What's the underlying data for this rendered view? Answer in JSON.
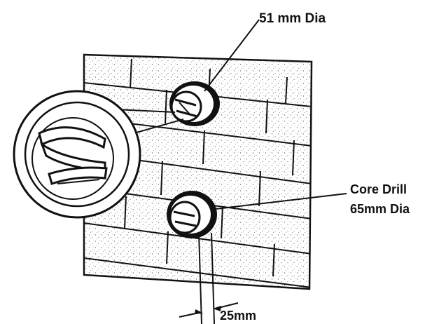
{
  "labels": {
    "top_vent": "51 mm Dia",
    "core_drill_line1": "Core Drill",
    "core_drill_line2": "65mm Dia",
    "dimension": "25mm"
  },
  "colors": {
    "ink": "#111111",
    "wall": "#ffffff",
    "speckle": "#555555"
  }
}
